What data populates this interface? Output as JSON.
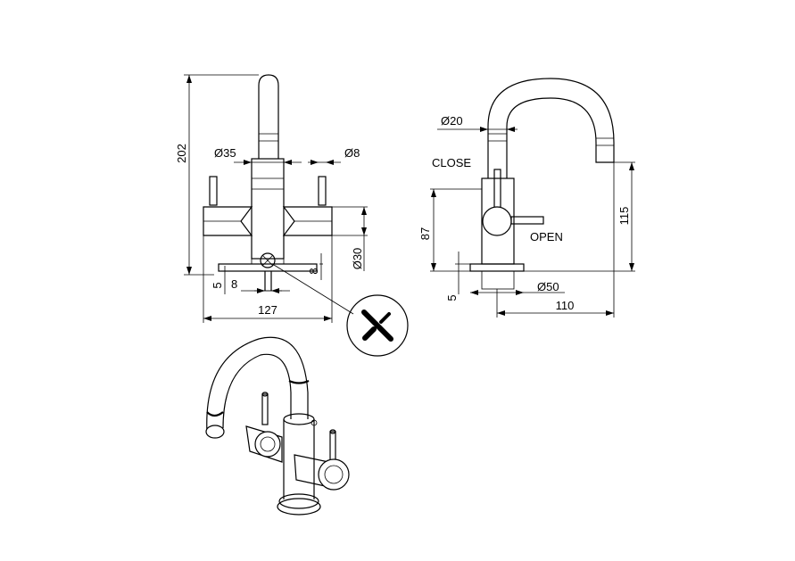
{
  "front_view": {
    "dim_height": "202",
    "dim_body_diameter": "Ø35",
    "dim_lever_diameter": "Ø8",
    "dim_base_diameter": "Ø30",
    "dim_left_small": "5",
    "dim_bottom_small": "8",
    "dim_right_small": "8",
    "dim_width": "127"
  },
  "side_view": {
    "dim_spout_diameter": "Ø20",
    "label_close": "CLOSE",
    "label_open": "OPEN",
    "dim_lever_height": "87",
    "dim_spout_height": "115",
    "dim_base_small": "5",
    "dim_base_diameter": "Ø50",
    "dim_reach": "110"
  }
}
